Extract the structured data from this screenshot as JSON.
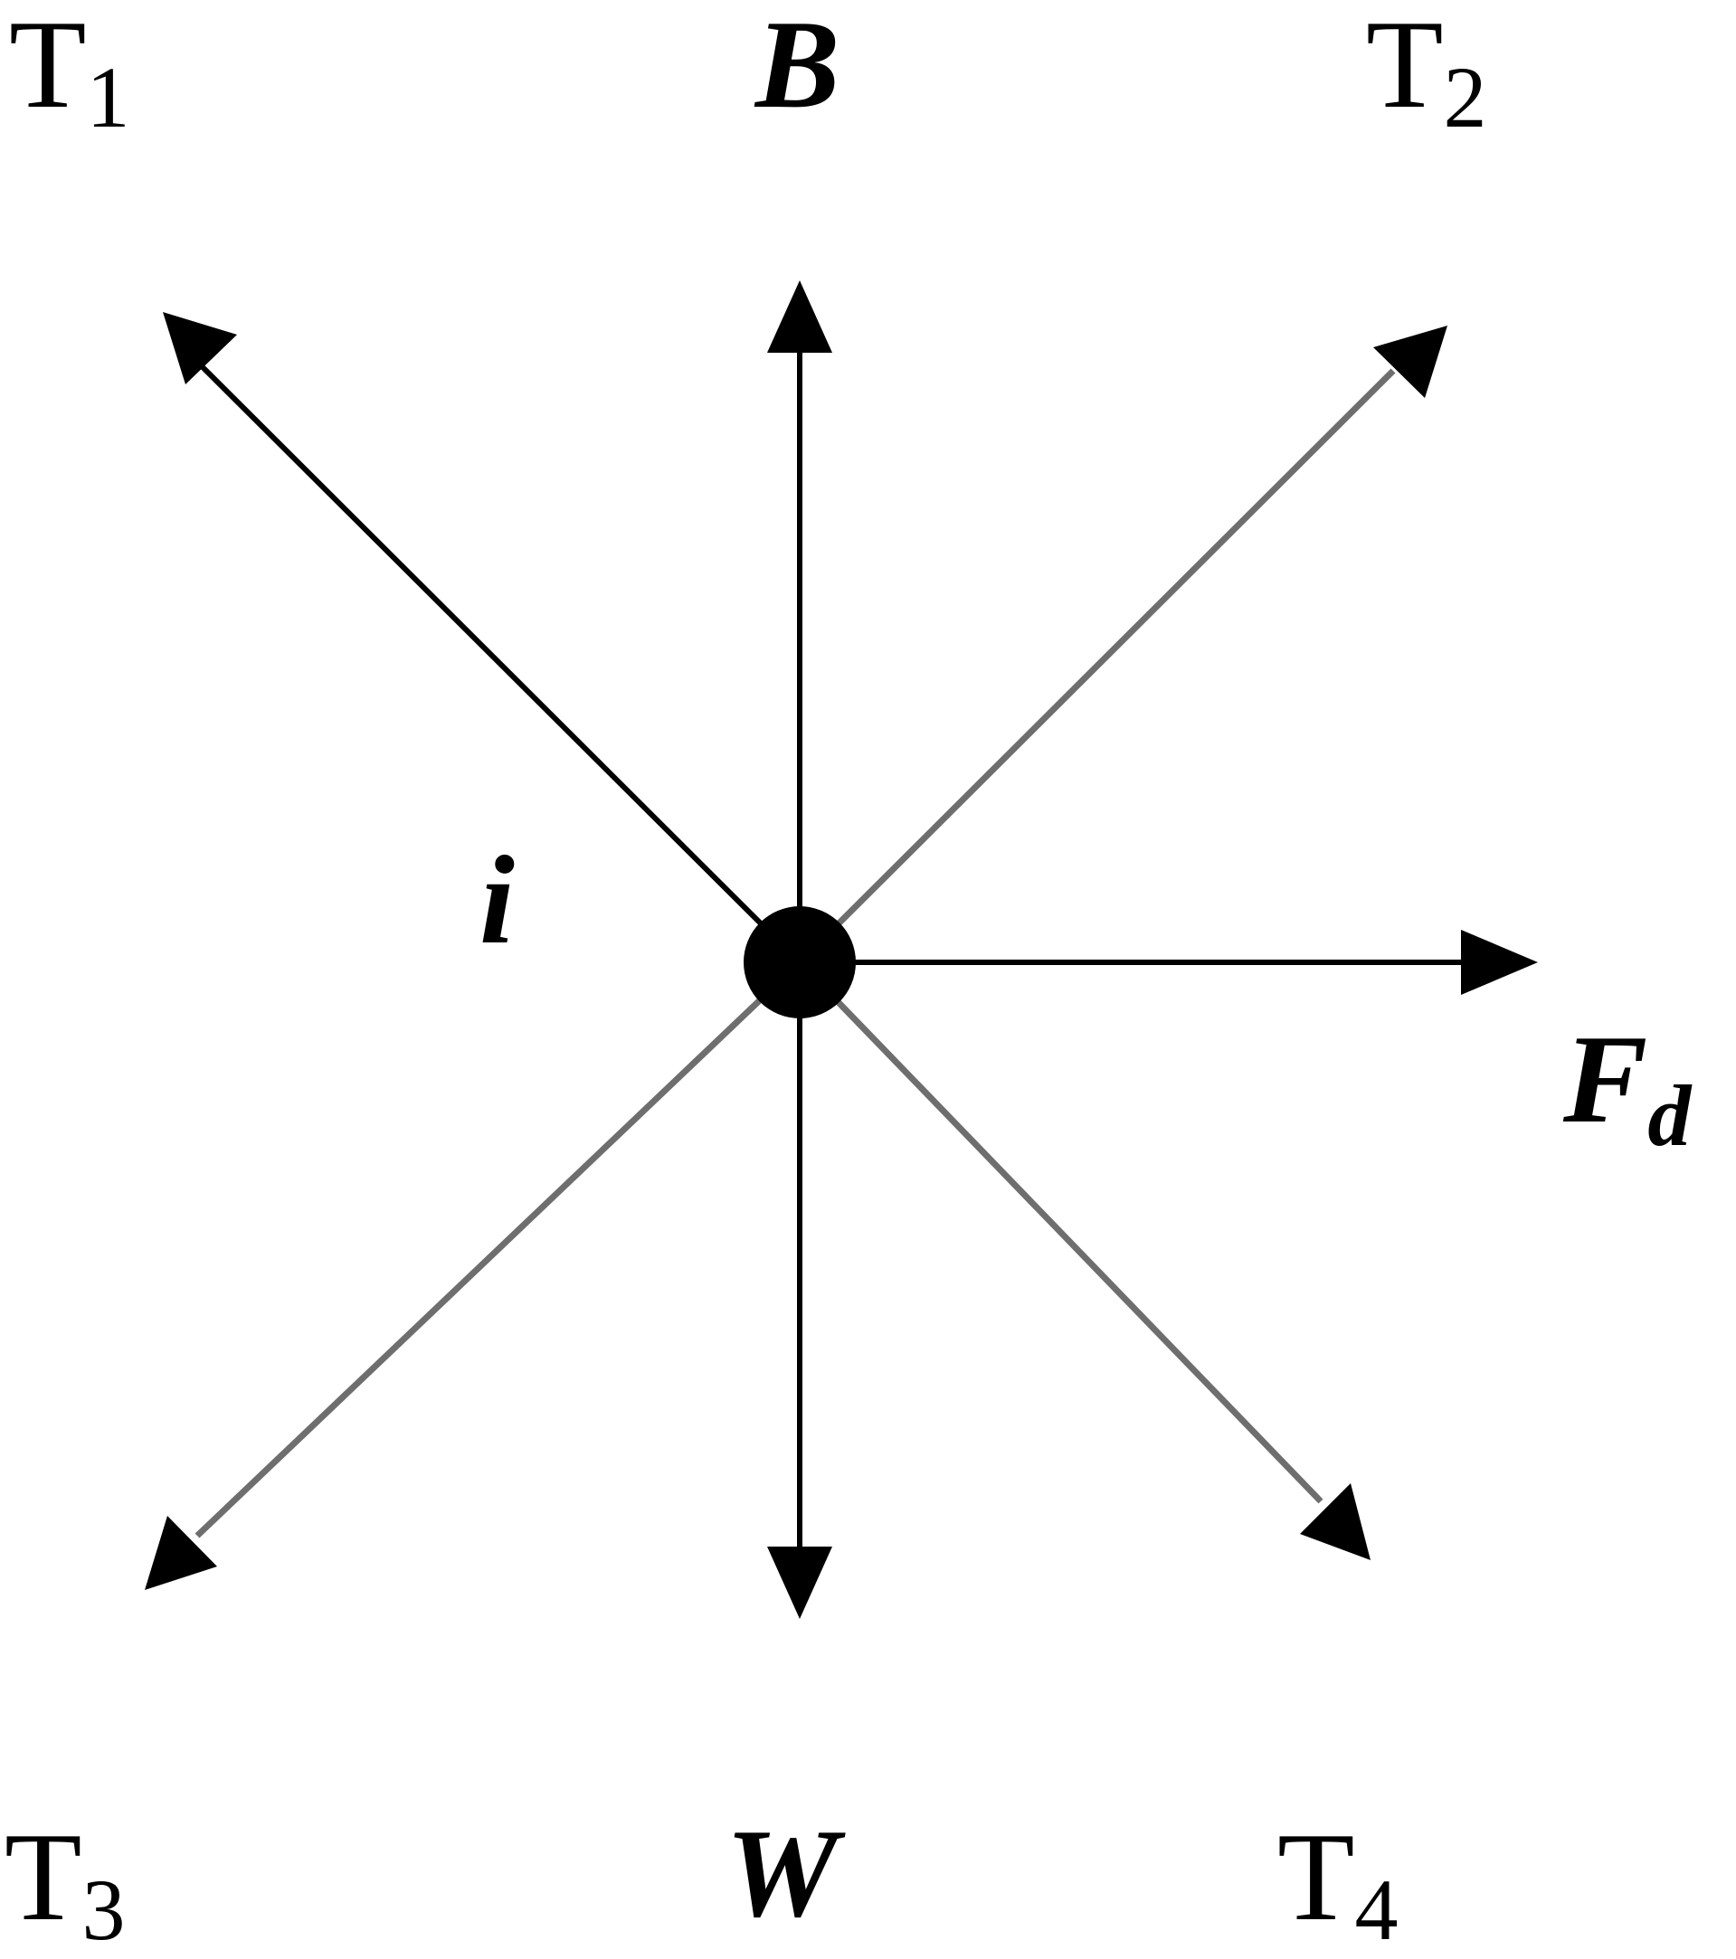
{
  "labels": {
    "t1": {
      "base": "T",
      "sub": "1"
    },
    "t2": {
      "base": "T",
      "sub": "2"
    },
    "t3": {
      "base": "T",
      "sub": "3"
    },
    "t4": {
      "base": "T",
      "sub": "4"
    },
    "b": {
      "base": "B"
    },
    "w": {
      "base": "W"
    },
    "fd": {
      "base": "F",
      "sub": "d"
    },
    "i": {
      "base": "i"
    }
  },
  "colors": {
    "ink": "#000000",
    "shaft": "#6e6e6e"
  }
}
